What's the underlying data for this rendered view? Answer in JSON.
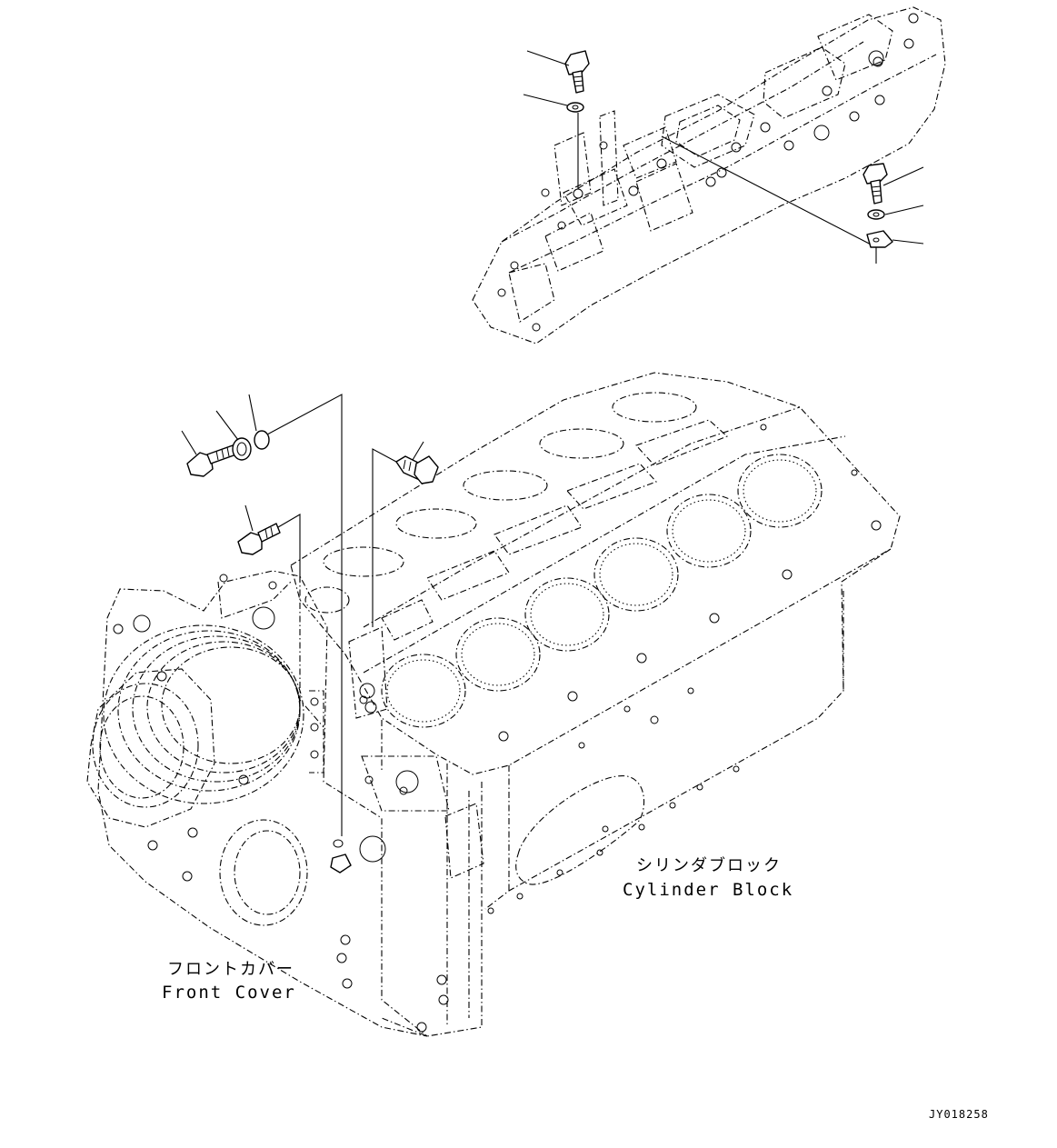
{
  "labels": {
    "cylinder_block_jp": "シリンダブロック",
    "cylinder_block_en": "Cylinder Block",
    "front_cover_jp": "フロントカバー",
    "front_cover_en": "Front Cover",
    "drawing_code": "JY018258"
  }
}
